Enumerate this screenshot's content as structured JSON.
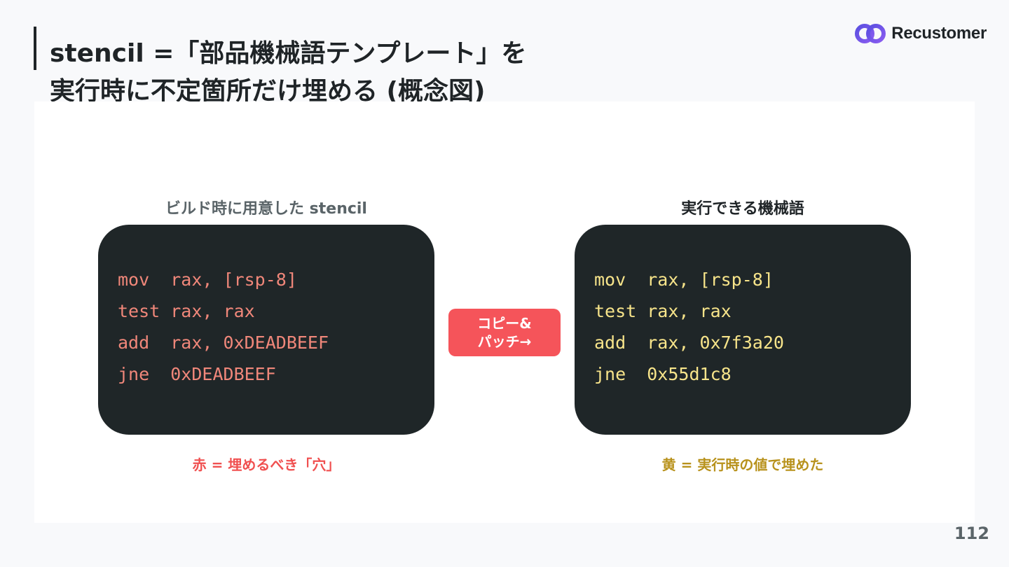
{
  "slide": {
    "title_line1": "stencil =「部品機械語テンプレート」を",
    "title_line2": "実行時に不定箇所だけ埋める (概念図)",
    "page_number": "112"
  },
  "brand": {
    "name": "Recustomer",
    "logo_icon": "interlocking-rings-logo",
    "colors": [
      "#5a4fe0",
      "#8a5cf0"
    ]
  },
  "left": {
    "caption": "ビルド時に用意した stencil",
    "code": [
      "mov  rax, [rsp-8]",
      "test rax, rax",
      "add  rax, 0xDEADBEEF",
      "jne  0xDEADBEEF"
    ],
    "note": "赤 = 埋めるべき「穴」",
    "code_color": "#f0877a",
    "note_color": "#f05050"
  },
  "right": {
    "caption": "実行できる機械語",
    "code": [
      "mov  rax, [rsp-8]",
      "test rax, rax",
      "add  rax, 0x7f3a20",
      "jne  0x55d1c8"
    ],
    "note": "黄 = 実行時の値で埋めた",
    "code_color": "#f7e48a",
    "note_color": "#b8921c"
  },
  "patch": {
    "line1": "コピー&",
    "line2": "パッチ→",
    "color": "#f5545a"
  }
}
